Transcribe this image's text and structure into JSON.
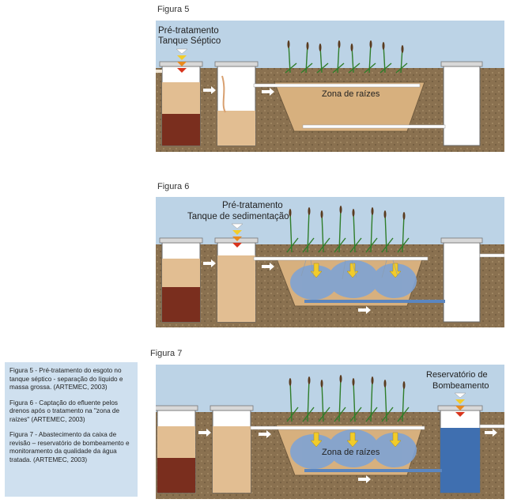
{
  "figures": [
    {
      "title": "Figura 5",
      "labels": {
        "pretreat_line1": "Pré-tratamento",
        "pretreat_line2": "Tanque Séptico",
        "zone": "Zona de raízes"
      }
    },
    {
      "title": "Figura 6",
      "labels": {
        "pretreat_line1": "Pré-tratamento",
        "pretreat_line2": "Tanque de sedimentação"
      }
    },
    {
      "title": "Figura 7",
      "labels": {
        "reservoir_line1": "Reservatório de",
        "reservoir_line2": "Bombeamento",
        "zone": "Zona de raízes"
      }
    }
  ],
  "captions": [
    "Figura 5 - Pré-tratamento do esgoto no tanque séptico - separação do líquido e massa grossa. (ARTEMEC, 2003)",
    "Figura 6 - Captação do efluente pelos drenos após o tratamento na \"zona de raízes\" (ARTEMEC, 2003)",
    "Figura 7 - Abastecimento da caixa de revisão – reservatório de bombeamento e monitoramento da qualidade da água tratada. (ARTEMEC, 2003)"
  ],
  "colors": {
    "sky": "#bcd3e6",
    "soil": "#8a7150",
    "sand": "#e2be92",
    "sludge": "#7a2e1e",
    "water": "#7fa3d4",
    "reservoir_water": "#3f6fb0",
    "plant": "#2f7d2a",
    "warning_red": "#d8341c",
    "warning_yellow": "#f2cc2a"
  },
  "icons": [
    "triangle-warning-icon",
    "flow-arrow-icon",
    "down-arrow-icon",
    "reed-plant-icon"
  ]
}
